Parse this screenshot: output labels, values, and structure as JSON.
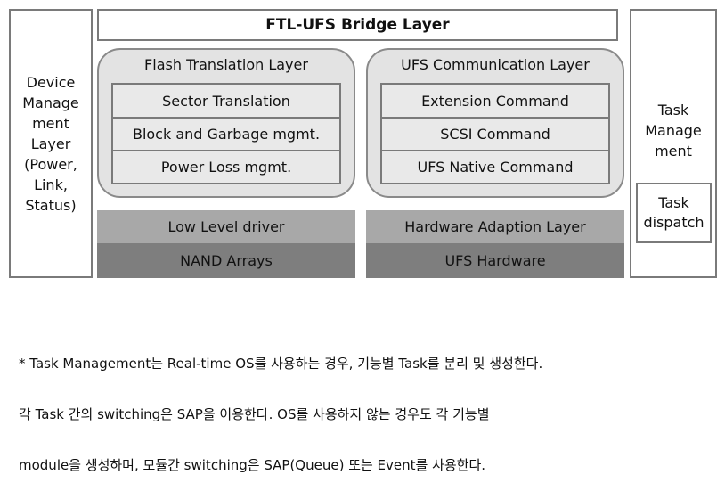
{
  "diagram": {
    "bridge_layer": "FTL-UFS Bridge Layer",
    "device_management": {
      "lines": [
        "Device",
        "Manage",
        "ment",
        "Layer",
        "(Power,",
        "Link,",
        "Status)"
      ]
    },
    "ftl": {
      "title": "Flash Translation Layer",
      "items": [
        "Sector Translation",
        "Block and Garbage mgmt.",
        "Power Loss mgmt."
      ]
    },
    "ufs_comm": {
      "title": "UFS Communication Layer",
      "items": [
        "Extension Command",
        "SCSI Command",
        "UFS Native Command"
      ]
    },
    "left_lower": {
      "driver": "Low Level driver",
      "hardware": "NAND Arrays"
    },
    "right_lower": {
      "driver": "Hardware Adaption Layer",
      "hardware": "UFS Hardware"
    },
    "task_management": {
      "lines": [
        "Task",
        "Manage",
        "ment"
      ],
      "dispatch_lines": [
        "Task",
        "dispatch"
      ]
    },
    "colors": {
      "border": "#7a7a7a",
      "rounded_fill": "#e3e3e3",
      "row_fill": "#e9e9e9",
      "driver_fill": "#a8a8a8",
      "hardware_fill": "#7e7e7e"
    }
  },
  "note": {
    "lines": [
      "* Task Management는 Real-time OS를 사용하는 경우, 기능별 Task를 분리 및 생성한다.",
      "각 Task 간의 switching은 SAP을 이용한다. OS를 사용하지 않는 경우도 각 기능별",
      "module을 생성하며, 모듈간 switching은 SAP(Queue) 또는 Event를 사용한다."
    ]
  }
}
